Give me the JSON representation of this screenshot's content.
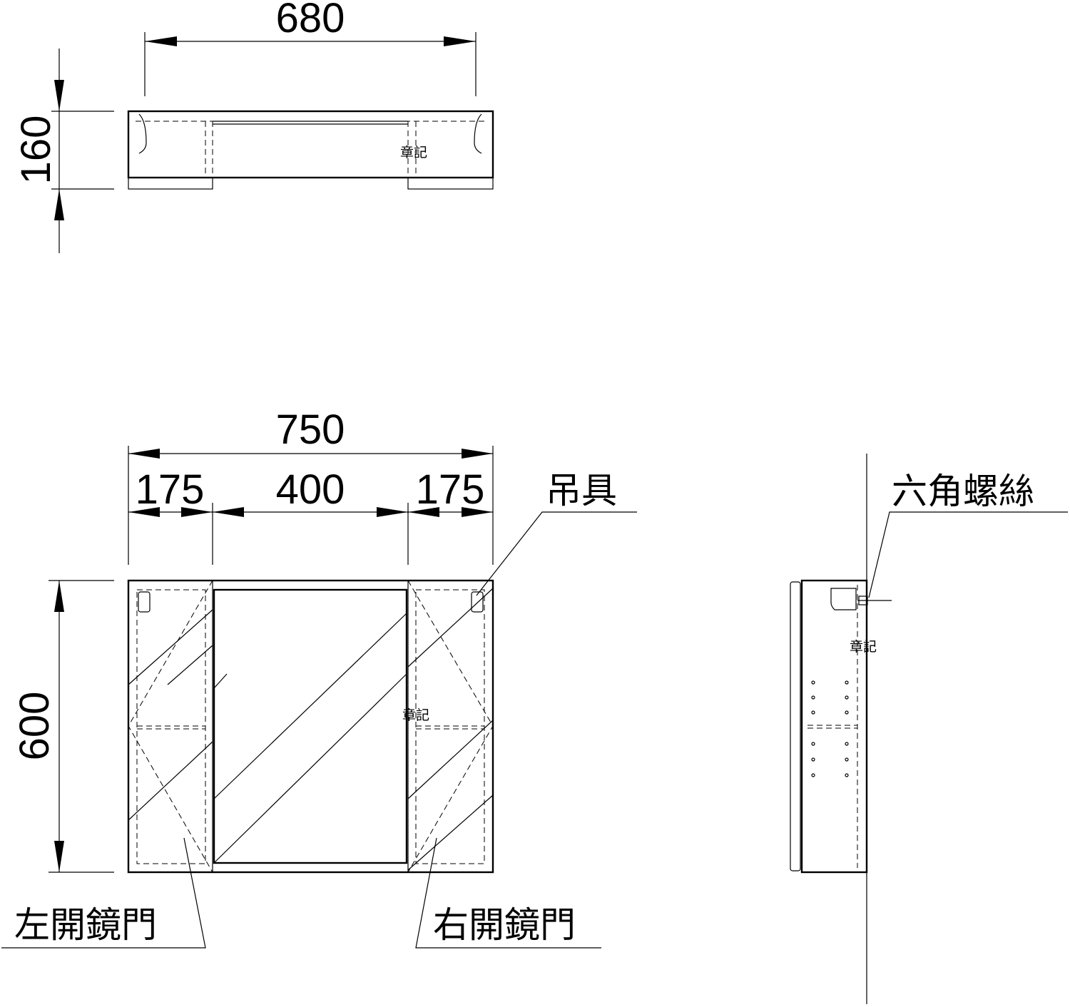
{
  "top_view": {
    "width_dim": "680",
    "depth_dim": "160",
    "stamp": "章記"
  },
  "front_view": {
    "overall_width_dim": "750",
    "left_door_dim": "175",
    "center_dim": "400",
    "right_door_dim": "175",
    "height_dim": "600",
    "hanger_label": "吊具",
    "left_door_label": "左開鏡門",
    "right_door_label": "右開鏡門",
    "stamp": "章記"
  },
  "side_view": {
    "screw_label": "六角螺絲",
    "stamp": "章記"
  }
}
